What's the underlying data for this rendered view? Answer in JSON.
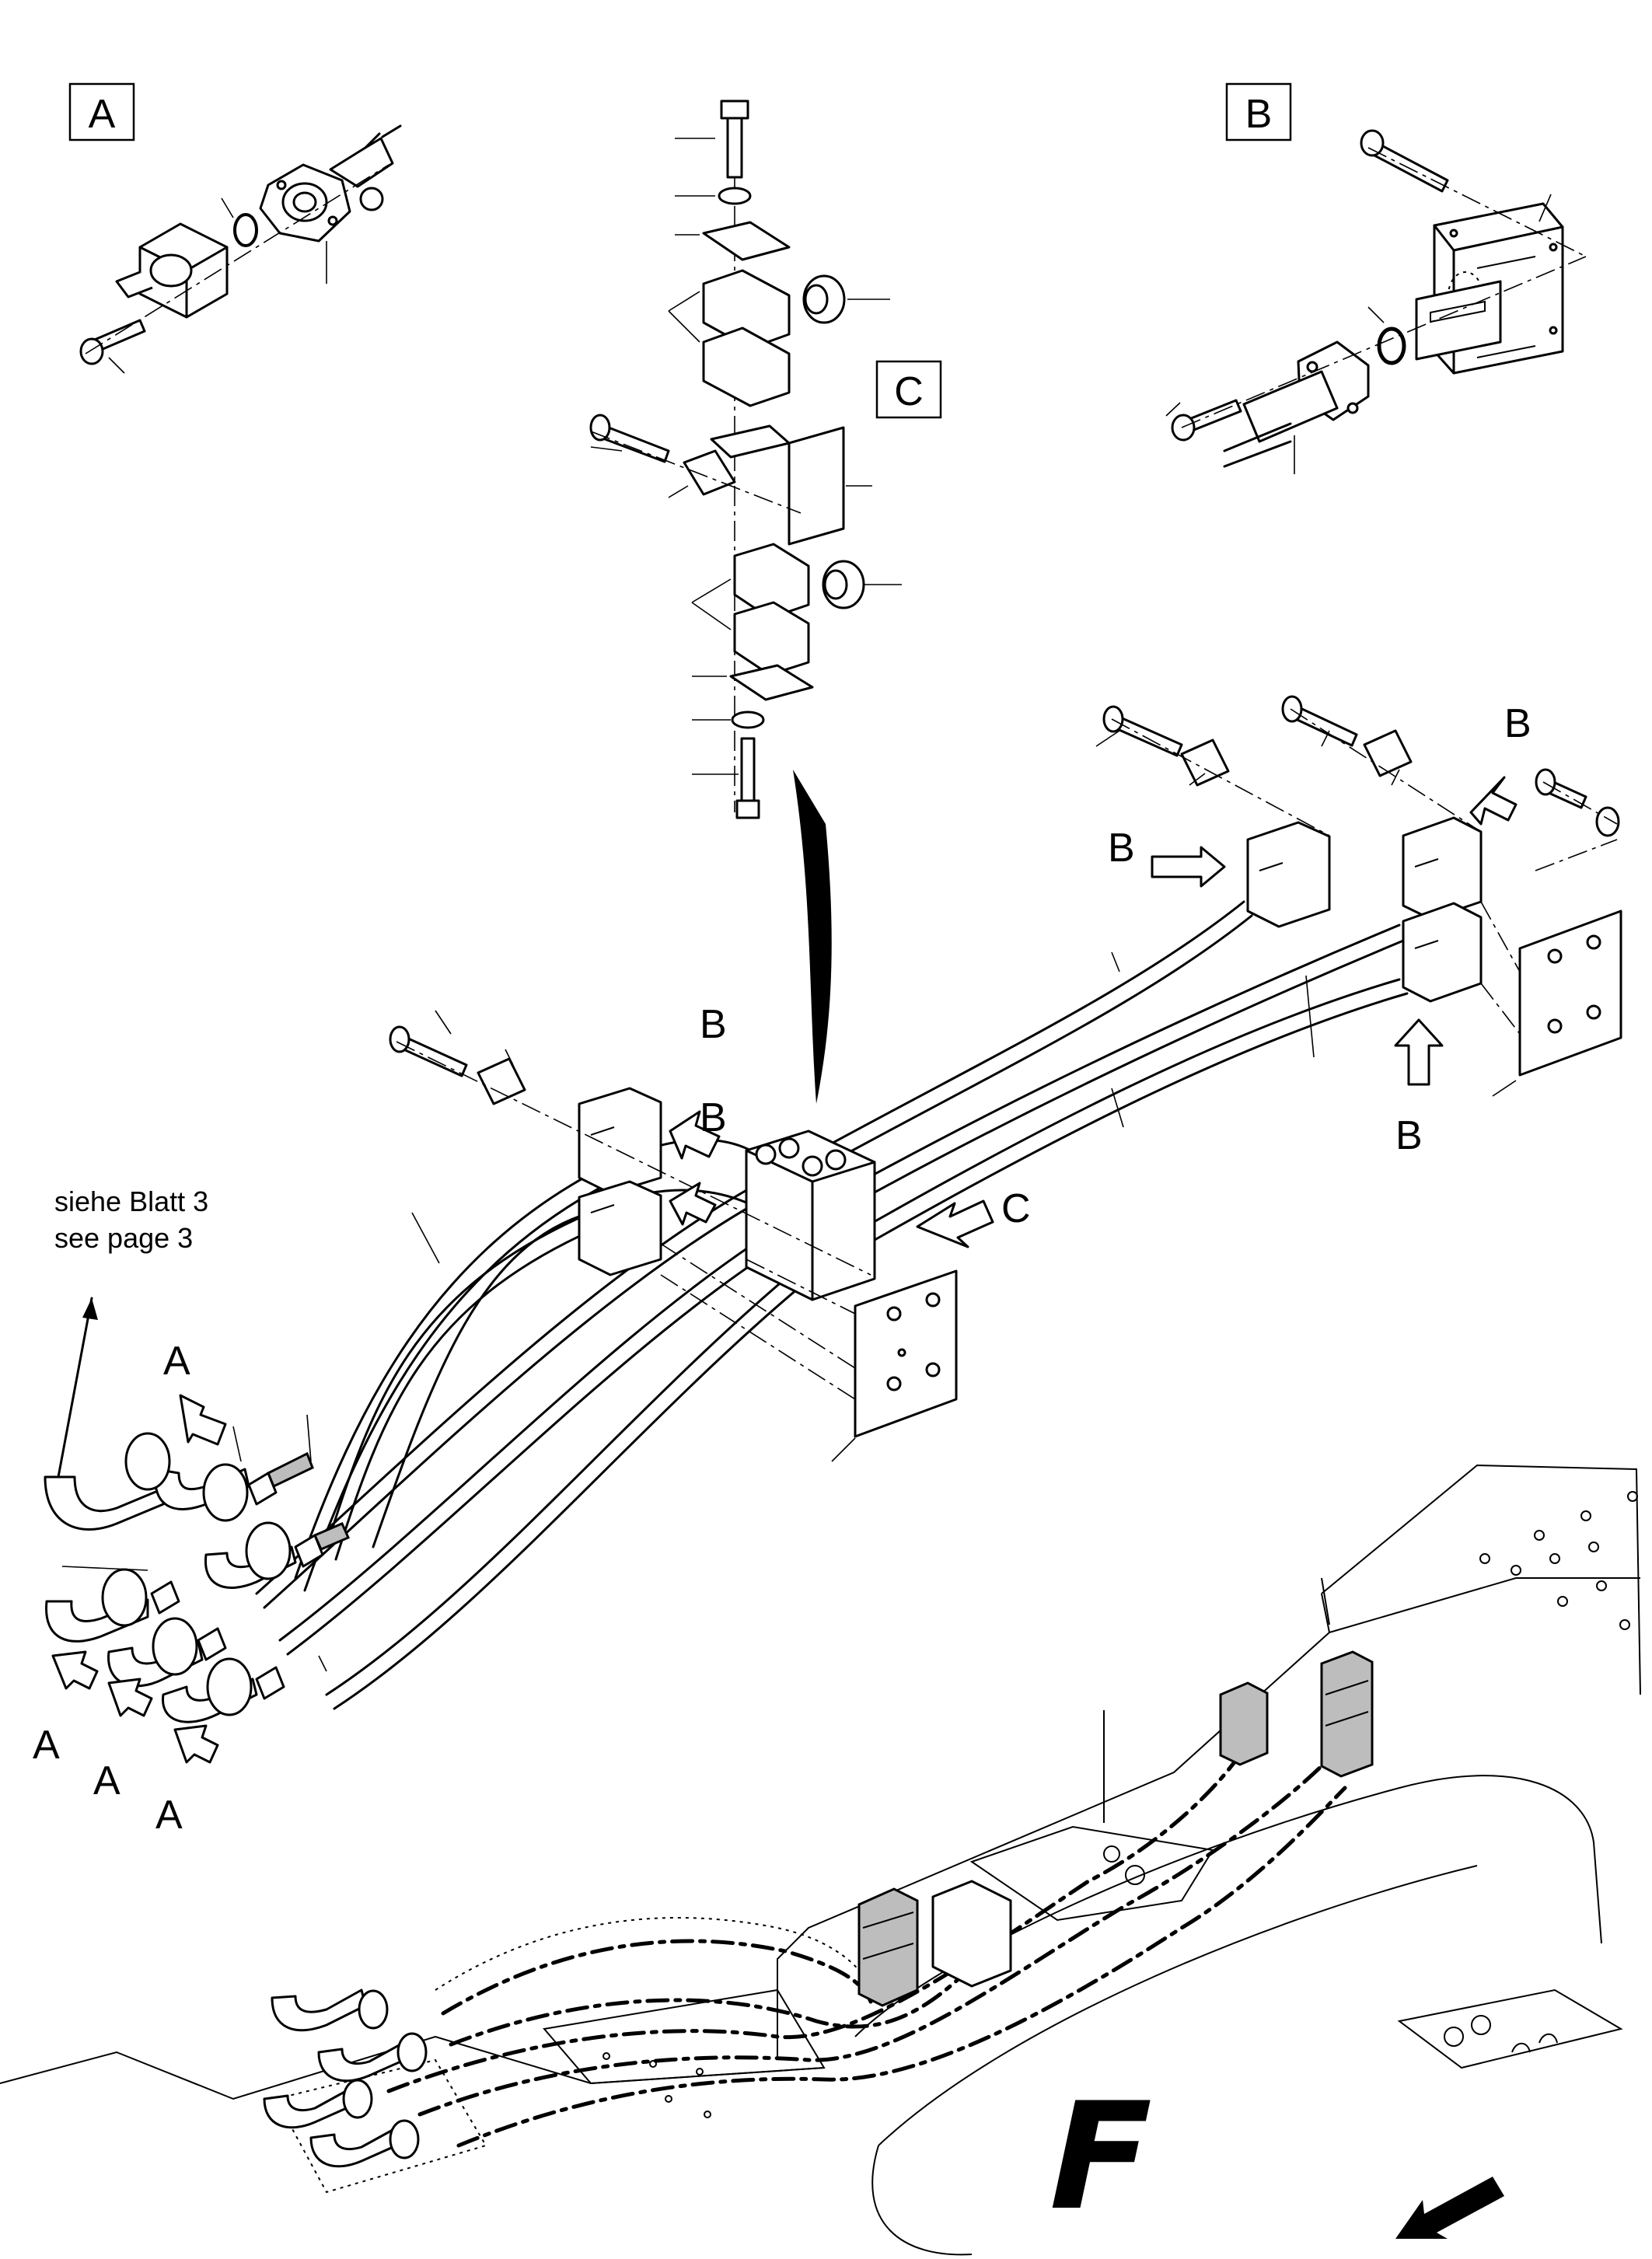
{
  "labels": {
    "detail_a": "A",
    "detail_b": "B",
    "detail_c": "C",
    "callout_a": "A",
    "callout_b": "B",
    "callout_c": "C"
  },
  "note": {
    "line1": "siehe Blatt 3",
    "line2": "see page 3"
  },
  "direction": {
    "letter": "F"
  }
}
